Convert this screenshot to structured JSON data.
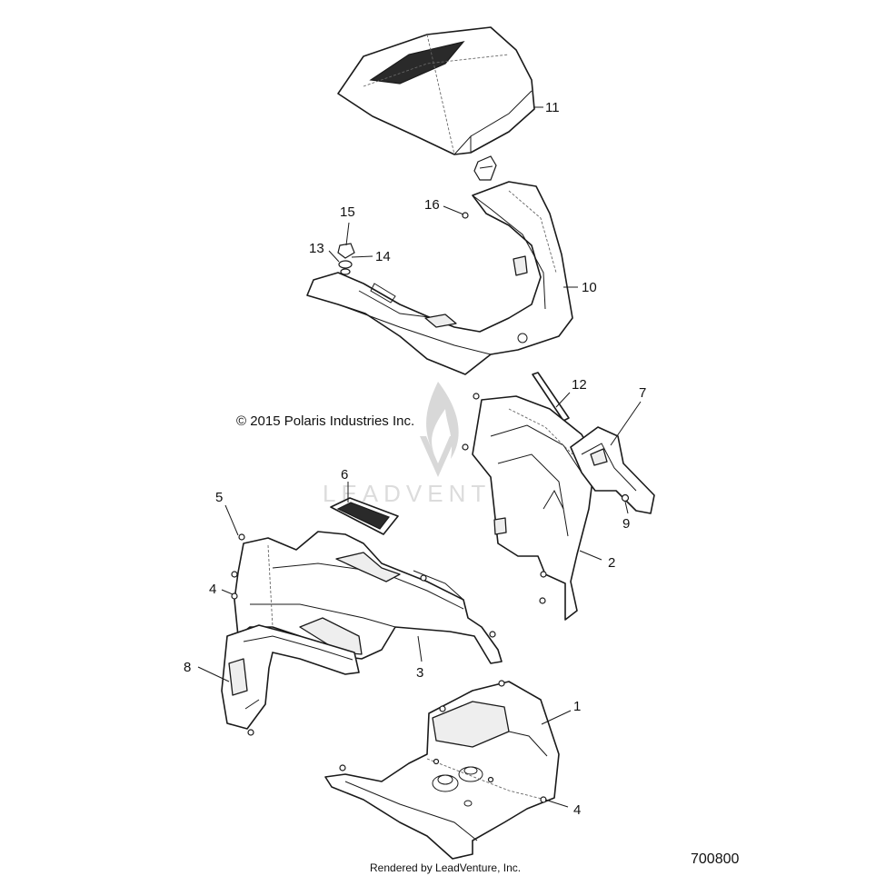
{
  "copyright": "© 2015 Polaris Industries Inc.",
  "watermark_text": "LEADVENTURE",
  "footer": "Rendered by LeadVenture, Inc.",
  "diagram_id": "700800",
  "callouts": {
    "c1": "1",
    "c2": "2",
    "c3": "3",
    "c4a": "4",
    "c4b": "4",
    "c5": "5",
    "c6": "6",
    "c7": "7",
    "c8": "8",
    "c9": "9",
    "c10": "10",
    "c11": "11",
    "c12": "12",
    "c13": "13",
    "c14": "14",
    "c15": "15",
    "c16": "16"
  }
}
